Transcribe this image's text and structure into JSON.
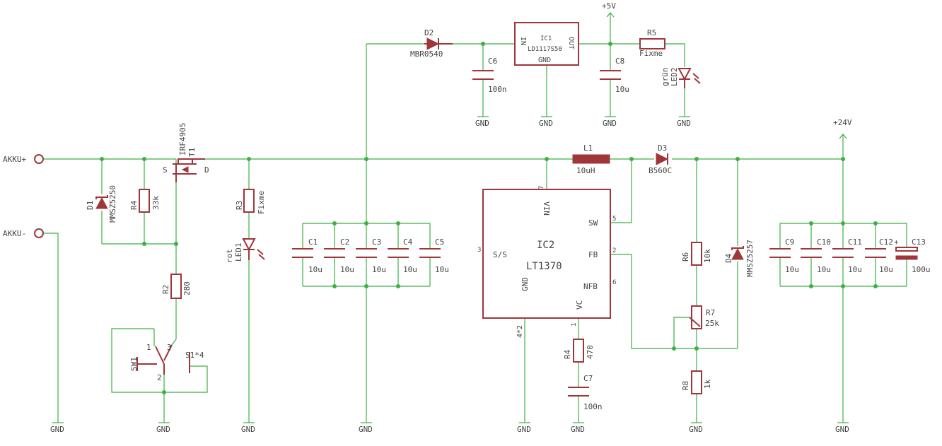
{
  "schematic": {
    "nets": {
      "akku_plus": "AKKU+",
      "akku_minus": "AKKU-",
      "gnd": "GND",
      "v5": "+5V",
      "v24": "+24V"
    },
    "parts": {
      "d1": {
        "name": "D1",
        "value": "MMSZ5250"
      },
      "r4a": {
        "name": "R4",
        "value": "33k"
      },
      "t1": {
        "name": "T1",
        "value": "IRF4905",
        "pin_s": "S",
        "pin_d": "D"
      },
      "r2": {
        "name": "R2",
        "value": "280"
      },
      "sw1": {
        "name": "SW1",
        "pin1": "1",
        "pin2": "2",
        "pin3": "3"
      },
      "s1": {
        "name": "S1*4"
      },
      "r3": {
        "name": "R3",
        "value": "Fixme"
      },
      "led1": {
        "name": "LED1",
        "value": "rot"
      },
      "c1": {
        "name": "C1",
        "value": "10u"
      },
      "c2": {
        "name": "C2",
        "value": "10u"
      },
      "c3": {
        "name": "C3",
        "value": "10u"
      },
      "c4": {
        "name": "C4",
        "value": "10u"
      },
      "c5": {
        "name": "C5",
        "value": "10u"
      },
      "d2": {
        "name": "D2",
        "value": "MBR0540"
      },
      "c6": {
        "name": "C6",
        "value": "100n"
      },
      "ic1": {
        "name": "IC1",
        "value": "LD1117S50",
        "pin_in": "IN",
        "pin_out": "OUT",
        "pin_gnd": "GND"
      },
      "c8": {
        "name": "C8",
        "value": "10u"
      },
      "r5": {
        "name": "R5",
        "value": "Fixme"
      },
      "led2": {
        "name": "LED2",
        "value": "grün"
      },
      "l1": {
        "name": "L1",
        "value": "10uH"
      },
      "d3": {
        "name": "D3",
        "value": "B560C"
      },
      "ic2": {
        "name": "IC2",
        "value": "LT1370",
        "pins": {
          "vin": "VIN",
          "sw": "SW",
          "fb": "FB",
          "nfb": "NFB",
          "ss": "S/S",
          "gnd": "GND",
          "vc": "VC"
        },
        "pin_nums": {
          "vin": "7",
          "sw": "5",
          "fb": "2",
          "nfb": "6",
          "ss": "3",
          "gnd": "4*2",
          "vc": "1"
        }
      },
      "r4b": {
        "name": "R4",
        "value": "470"
      },
      "c7": {
        "name": "C7",
        "value": "100n"
      },
      "r6": {
        "name": "R6",
        "value": "10k"
      },
      "r7": {
        "name": "R7",
        "value": "25k"
      },
      "r8": {
        "name": "R8",
        "value": "1k"
      },
      "d4": {
        "name": "D4",
        "value": "MMSZ5257"
      },
      "c9": {
        "name": "C9",
        "value": "10u"
      },
      "c10": {
        "name": "C10",
        "value": "10u"
      },
      "c11": {
        "name": "C11",
        "value": "10u"
      },
      "c12": {
        "name": "C12",
        "value": "10u",
        "polarity": "+"
      },
      "c13": {
        "name": "C13",
        "value": "100u"
      }
    }
  }
}
